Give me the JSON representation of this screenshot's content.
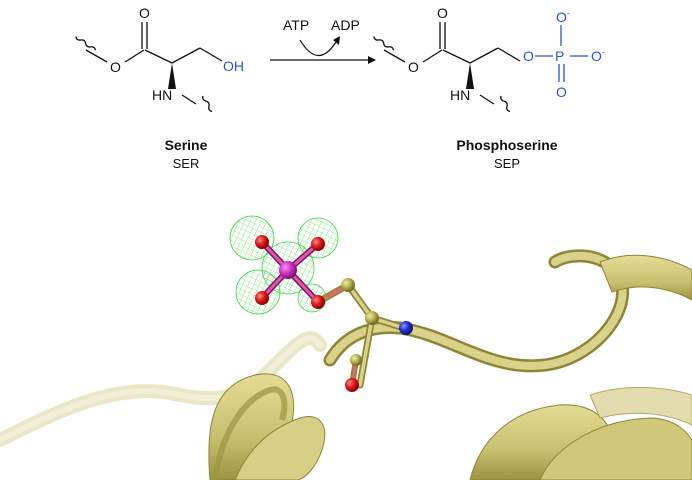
{
  "reaction": {
    "cofactor_in": "ATP",
    "cofactor_out": "ADP"
  },
  "reactant": {
    "name": "Serine",
    "code": "SER",
    "atom_labels": {
      "carbonyl_o": "O",
      "ester_o": "O",
      "amine": "HN",
      "hydroxyl": "OH"
    }
  },
  "product": {
    "name": "Phosphoserine",
    "code": "SEP",
    "atom_labels": {
      "carbonyl_o": "O",
      "ester_o": "O",
      "amine": "HN",
      "bridge_o": "O",
      "phosphorus": "P",
      "oxo_o": "O",
      "anion_o_top": "O",
      "anion_o_right": "O",
      "charge": "-"
    }
  },
  "colors": {
    "text": "#111111",
    "phosphate_text": "#2a55d6",
    "ribbon": "#c8c070",
    "ribbon_shadow": "#8e8636",
    "mesh": "#35d43a",
    "phosphorus_atom": "#d133c8",
    "oxygen_atom": "#e21b1b",
    "nitrogen_atom": "#2230d9",
    "carbon_atom": "#b9b250"
  }
}
